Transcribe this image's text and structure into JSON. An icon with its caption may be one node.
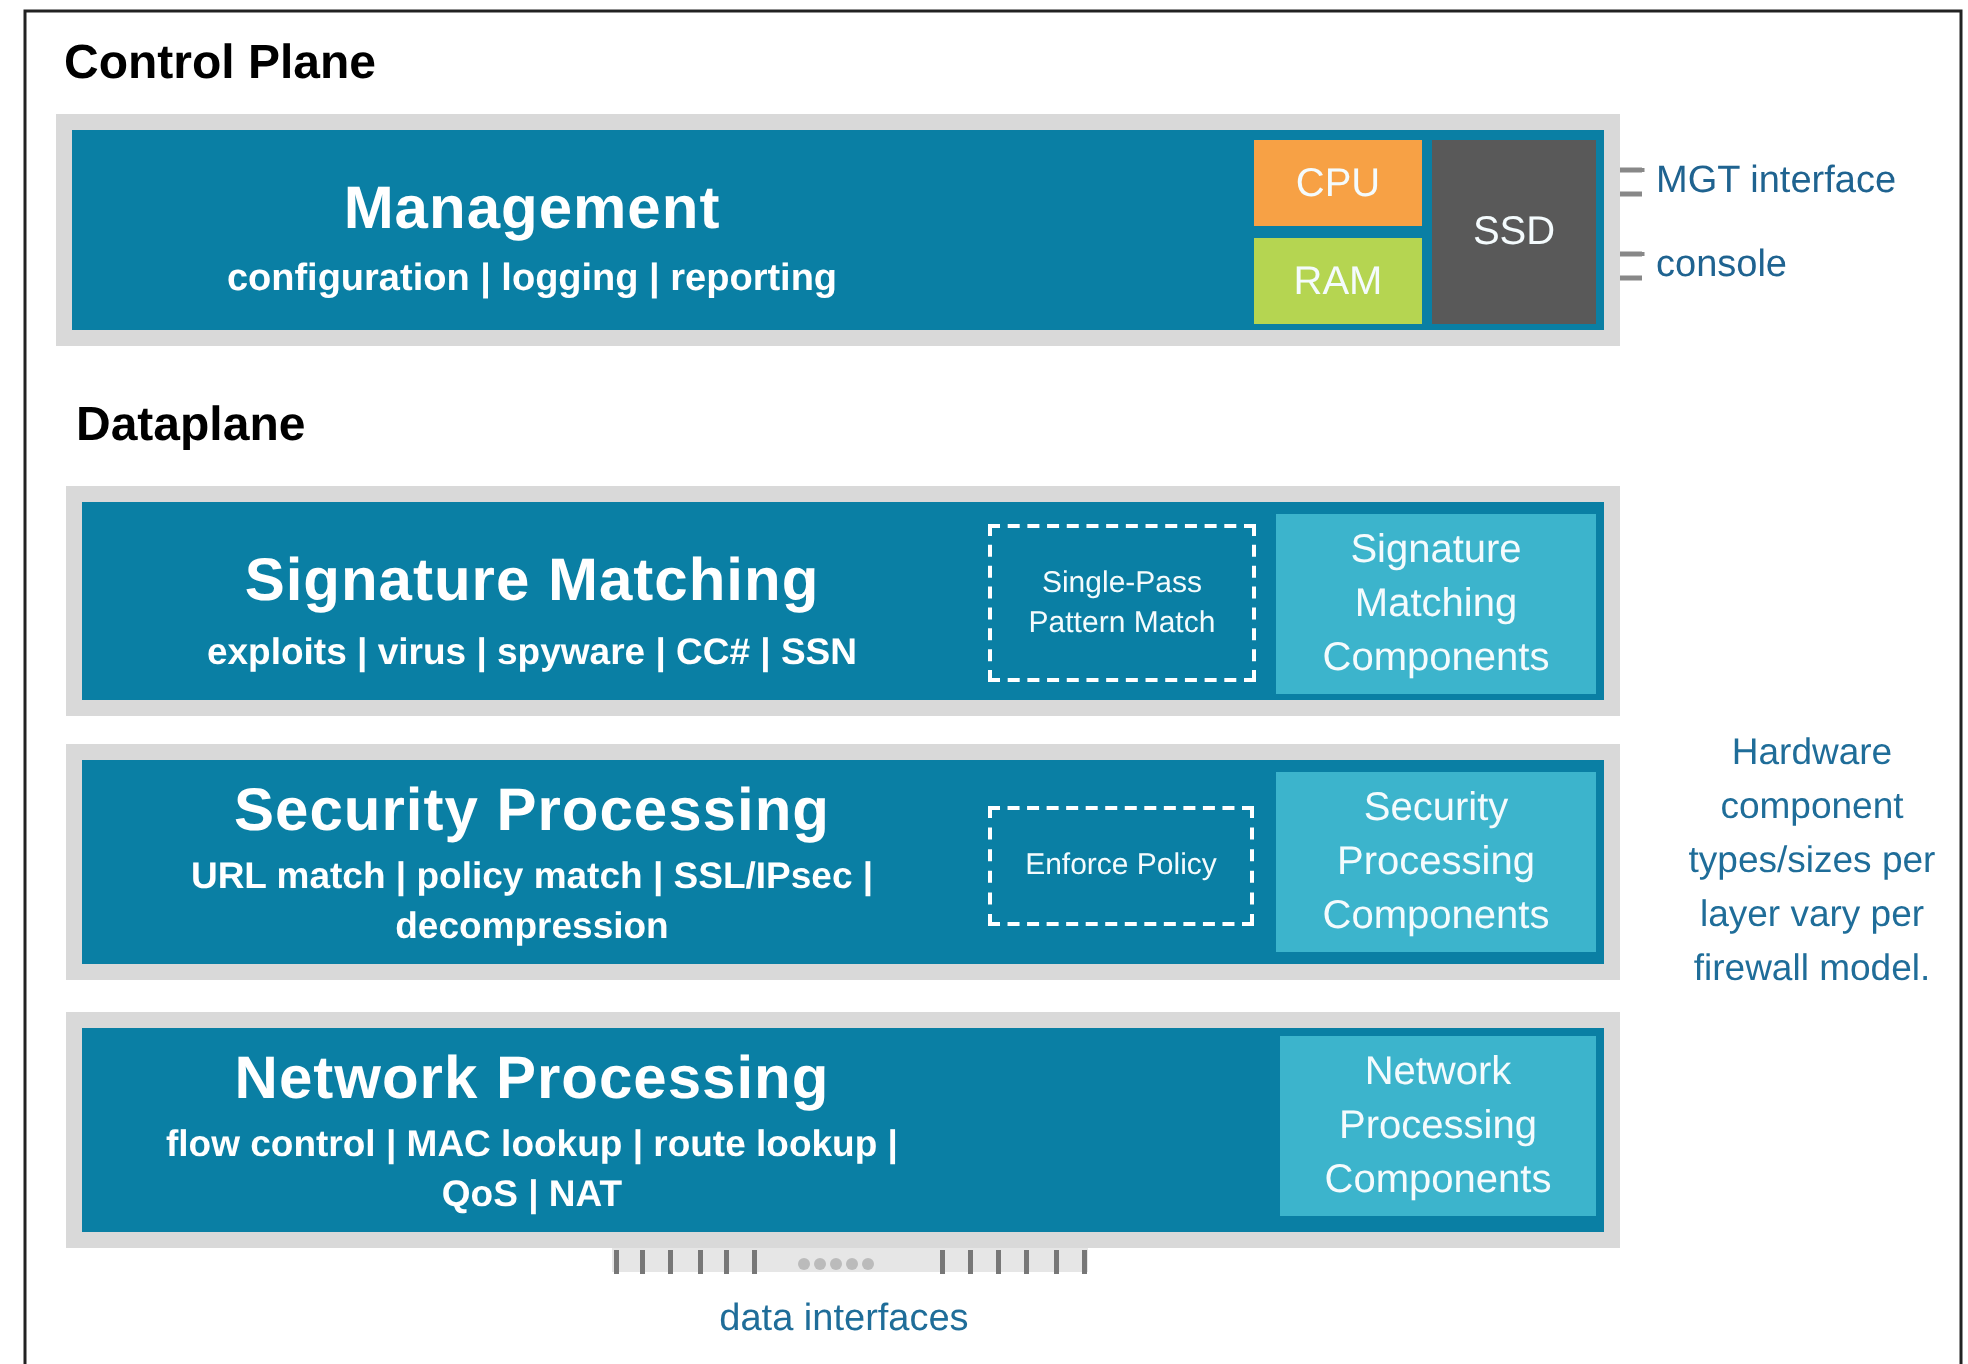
{
  "diagram": {
    "nodes": [
      {
        "text": [
          "Management",
          "configuration | logging | reporting"
        ]
      },
      {
        "text": [
          "CPU"
        ],
        "in": 0
      },
      {
        "text": [
          "RAM"
        ],
        "in": 0
      },
      {
        "text": [
          "SSD"
        ],
        "in": 0
      },
      {
        "text": [
          "Signature Matching",
          "exploits | virus | spyware | CC# | SSN"
        ]
      },
      {
        "text": [
          "Single-Pass Pattern Match"
        ],
        "in": 4
      },
      {
        "text": [
          "Signature Matching Components"
        ],
        "in": 4
      },
      {
        "text": [
          "Security Processing",
          "URL match | policy match | SSL/IPsec | decompression"
        ]
      },
      {
        "text": [
          "Enforce Policy"
        ],
        "in": 7
      },
      {
        "text": [
          "Security Processing Components"
        ],
        "in": 7
      },
      {
        "text": [
          "Network Processing",
          "flow control | MAC lookup | route lookup | QoS | NAT"
        ]
      },
      {
        "text": [
          "Network Processing Components"
        ],
        "in": 10
      }
    ],
    "edges": [],
    "labels": [
      "Control Plane",
      "MGT interface",
      "console",
      "Dataplane",
      "Hardware component types/sizes per layer vary per firewall model.",
      "data interfaces"
    ]
  }
}
